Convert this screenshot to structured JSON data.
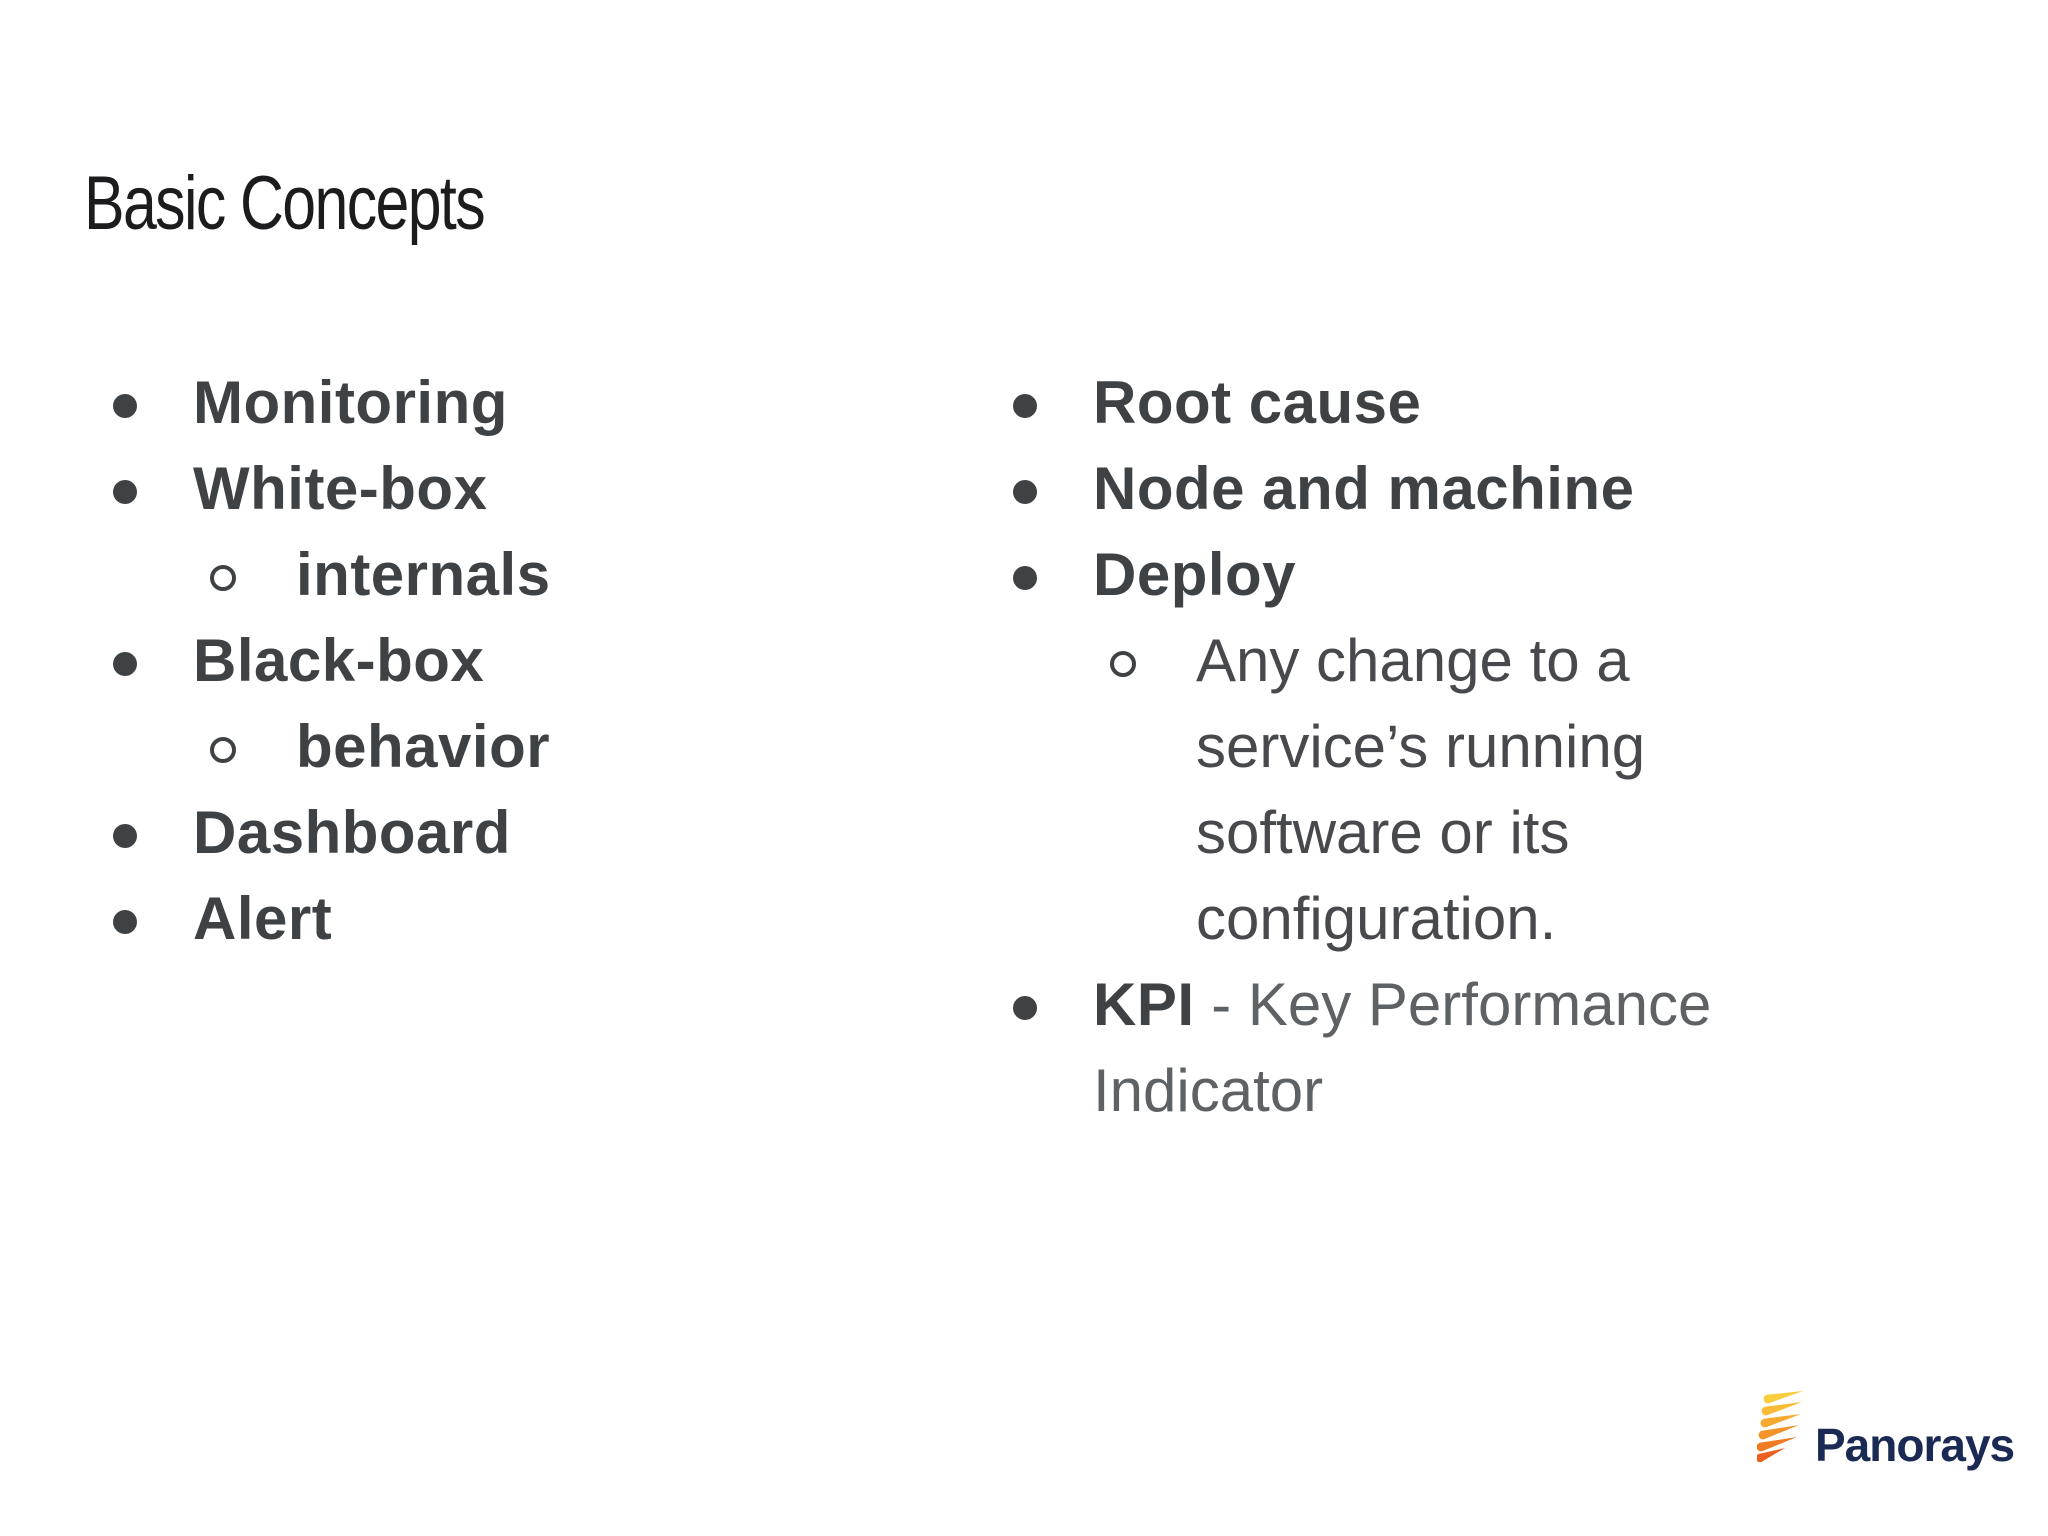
{
  "slide": {
    "title": "Basic Concepts",
    "left_list": [
      {
        "level": 1,
        "bold": true,
        "text": "Monitoring"
      },
      {
        "level": 1,
        "bold": true,
        "text": "White-box"
      },
      {
        "level": 2,
        "bold": true,
        "text": "internals"
      },
      {
        "level": 1,
        "bold": true,
        "text": "Black-box"
      },
      {
        "level": 2,
        "bold": true,
        "text": "behavior"
      },
      {
        "level": 1,
        "bold": true,
        "text": "Dashboard"
      },
      {
        "level": 1,
        "bold": true,
        "text": "Alert"
      }
    ],
    "right_list": [
      {
        "level": 1,
        "bold": true,
        "text": "Root cause"
      },
      {
        "level": 1,
        "bold": true,
        "text": "Node and machine"
      },
      {
        "level": 1,
        "bold": true,
        "text": "Deploy"
      },
      {
        "level": 2,
        "bold": false,
        "text": "Any change to a\nservice’s running\nsoftware or its\nconfiguration."
      },
      {
        "level": 1,
        "term": "KPI",
        "definition": " - Key Performance\nIndicator"
      }
    ],
    "logo": {
      "text": "Panorays"
    }
  },
  "colors": {
    "background": "#ffffff",
    "title_text": "#1c1c1e",
    "bold_text": "#3f4245",
    "body_text": "#47494c",
    "muted_text": "#5f6265",
    "bullet": "#3f4245",
    "brand_navy": "#1b2a55",
    "ray_1": "#F9CE3E",
    "ray_2": "#F8BC37",
    "ray_3": "#F5A930",
    "ray_4": "#F2942A",
    "ray_5": "#EF7C24",
    "ray_6": "#EC601F"
  }
}
